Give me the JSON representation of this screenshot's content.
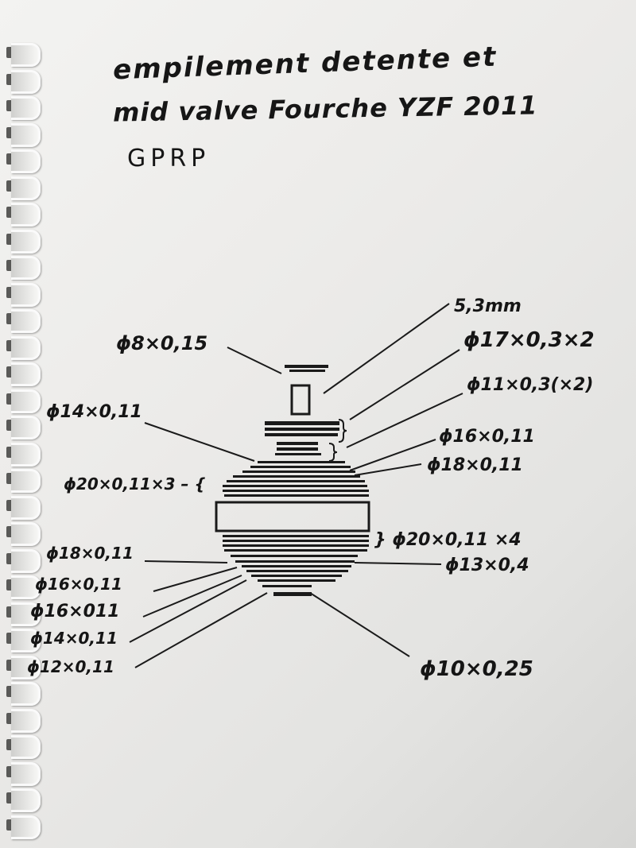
{
  "title": {
    "line1": "empilement detente et",
    "line2": "mid valve   Fourche YZF 2011",
    "line3": "GPRP"
  },
  "labels": [
    {
      "key": "d8x015",
      "text": "ϕ8×0,15"
    },
    {
      "key": "h53",
      "text": "5,3mm"
    },
    {
      "key": "d17",
      "text": "ϕ17×0,3×2"
    },
    {
      "key": "d11",
      "text": "ϕ11×0,3(×2)"
    },
    {
      "key": "d14top",
      "text": "ϕ14×0,11"
    },
    {
      "key": "d16top",
      "text": "ϕ16×0,11"
    },
    {
      "key": "d18top",
      "text": "ϕ18×0,11"
    },
    {
      "key": "d20x3",
      "text": "ϕ20×0,11×3 – {"
    },
    {
      "key": "d20x4",
      "text": "} ϕ20×0,11 ×4"
    },
    {
      "key": "d13",
      "text": "ϕ13×0,4"
    },
    {
      "key": "d18bot",
      "text": "ϕ18×0,11"
    },
    {
      "key": "d16bot_a",
      "text": "ϕ16×0,11"
    },
    {
      "key": "d16bot_b",
      "text": "ϕ16×011"
    },
    {
      "key": "d14bot",
      "text": "ϕ14×0,11"
    },
    {
      "key": "d12",
      "text": "ϕ12×0,11"
    },
    {
      "key": "d10",
      "text": "ϕ10×0,25"
    }
  ],
  "colors": {
    "paper": "#f0f0ee",
    "ink": "#151515",
    "binding": "#fafafa"
  },
  "icons": {
    "binding": "spiral-binding-icon",
    "stack": "shim-stack-icon"
  }
}
